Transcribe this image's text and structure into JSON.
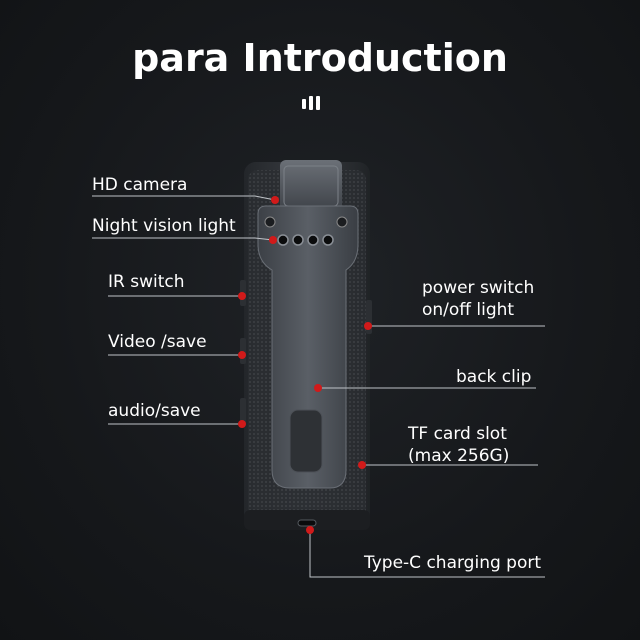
{
  "title": "para Introduction",
  "labels": {
    "hd_camera": "HD camera",
    "night_vision": "Night vision light",
    "ir_switch": "IR switch",
    "video_save": "Video /save",
    "audio_save": "audio/save",
    "power_switch_line1": "power switch",
    "power_switch_line2": "on/off light",
    "back_clip": "back clip",
    "tf_card_line1": "TF card slot",
    "tf_card_line2": "(max 256G)",
    "type_c": "Type-C charging port"
  },
  "colors": {
    "background": "#16181b",
    "text": "#ffffff",
    "callout_dot": "#d11a1a",
    "callout_line": "#bfc3c8",
    "device_body": "#3a3d42",
    "device_clip": "#4a4e54"
  }
}
